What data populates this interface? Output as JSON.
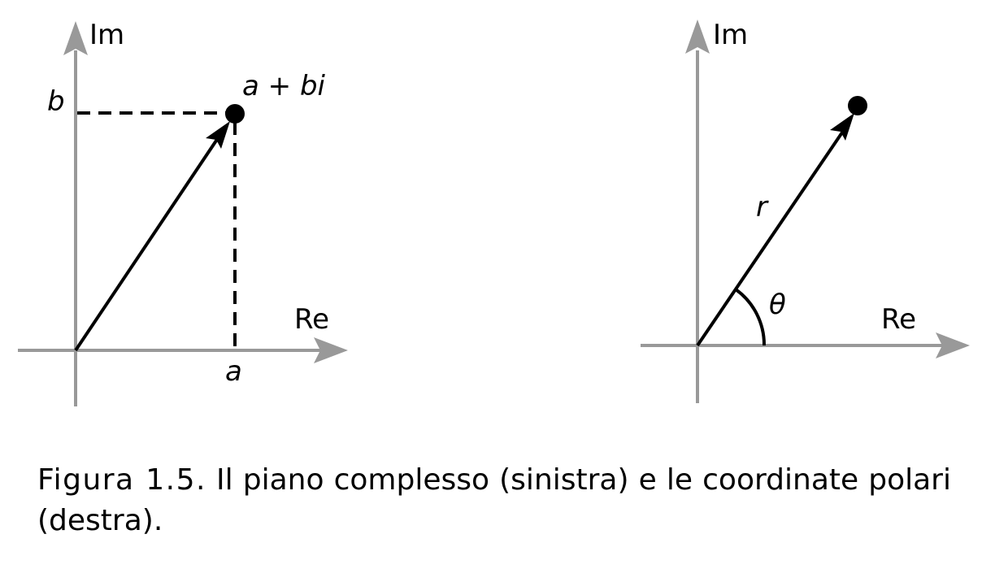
{
  "left_diagram": {
    "axis_x_label": "Re",
    "axis_y_label": "Im",
    "point_label": "a + bi",
    "x_tick_label": "a",
    "y_tick_label": "b"
  },
  "right_diagram": {
    "axis_x_label": "Re",
    "axis_y_label": "Im",
    "radius_label": "r",
    "angle_label": "θ"
  },
  "caption": {
    "number": "Figura 1.5.",
    "text": "Il piano complesso (sinistra) e le coordinate polari (destra)."
  },
  "colors": {
    "axis": "#999999",
    "vector": "#000000"
  }
}
